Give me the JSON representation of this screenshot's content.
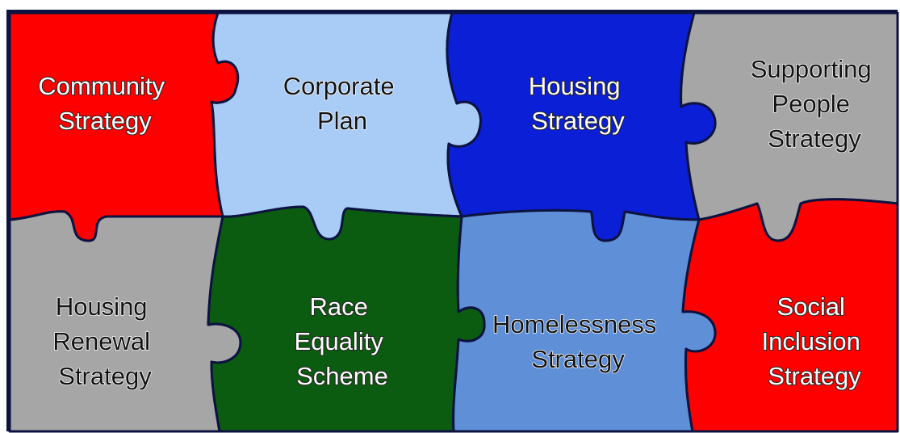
{
  "pieces": [
    {
      "id": "community",
      "lines": [
        "Community",
        "Strategy"
      ],
      "color": "#ff0000",
      "text_style": "on-dark"
    },
    {
      "id": "corporate",
      "lines": [
        "Corporate",
        "Plan"
      ],
      "color": "#a8ccf6",
      "text_style": "on-light"
    },
    {
      "id": "housing",
      "lines": [
        "Housing",
        "Strategy"
      ],
      "color": "#0a1fd6",
      "text_style": "on-dark"
    },
    {
      "id": "supporting",
      "lines": [
        "Supporting",
        "People",
        "Strategy"
      ],
      "color": "#a6a6a6",
      "text_style": "on-light"
    },
    {
      "id": "housing-renewal",
      "lines": [
        "Housing",
        "Renewal",
        "Strategy"
      ],
      "color": "#a6a6a6",
      "text_style": "on-light"
    },
    {
      "id": "race-equality",
      "lines": [
        "Race",
        "Equality",
        "Scheme"
      ],
      "color": "#0b5c10",
      "text_style": "on-dark"
    },
    {
      "id": "homelessness",
      "lines": [
        "Homelessness",
        "Strategy"
      ],
      "color": "#5f8fd6",
      "text_style": "on-light"
    },
    {
      "id": "social-inclusion",
      "lines": [
        "Social",
        "Inclusion",
        "Strategy"
      ],
      "color": "#ff0000",
      "text_style": "on-dark"
    }
  ],
  "outline_color": "#0d1340"
}
